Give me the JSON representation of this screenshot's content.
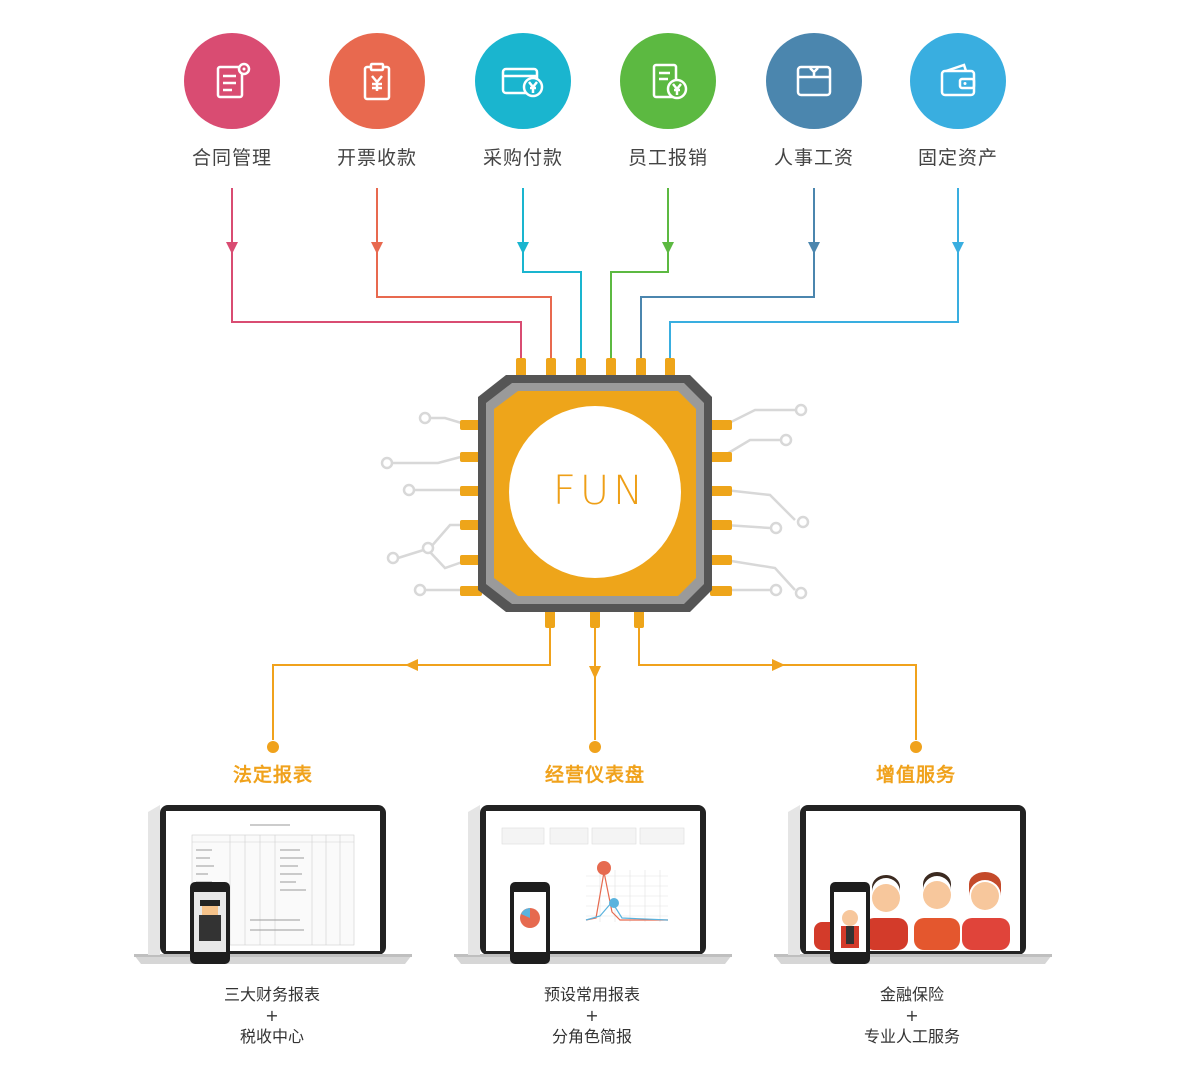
{
  "modules": [
    {
      "label": "合同管理",
      "color": "#d94c72",
      "icon": "contract-settings-icon"
    },
    {
      "label": "开票收款",
      "color": "#e8694f",
      "icon": "invoice-yen-icon"
    },
    {
      "label": "采购付款",
      "color": "#1ab5cf",
      "icon": "card-payment-icon"
    },
    {
      "label": "员工报销",
      "color": "#5cb941",
      "icon": "reimbursement-icon"
    },
    {
      "label": "人事工资",
      "color": "#4b86ae",
      "icon": "salary-wallet-icon"
    },
    {
      "label": "固定资产",
      "color": "#39aee0",
      "icon": "asset-wallet-icon"
    }
  ],
  "chip": {
    "logo": "FUN",
    "color": "#eea51a"
  },
  "outputs": [
    {
      "title": "法定报表",
      "desc_line1": "三大财务报表",
      "plus": "+",
      "desc_line2": "税收中心"
    },
    {
      "title": "经营仪表盘",
      "desc_line1": "预设常用报表",
      "plus": "+",
      "desc_line2": "分角色简报"
    },
    {
      "title": "增值服务",
      "desc_line1": "金融保险",
      "plus": "+",
      "desc_line2": "专业人工服务"
    }
  ],
  "colors": {
    "accent": "#f0a21c",
    "chip_frame": "#555555",
    "trace": "#d8d8d8"
  }
}
